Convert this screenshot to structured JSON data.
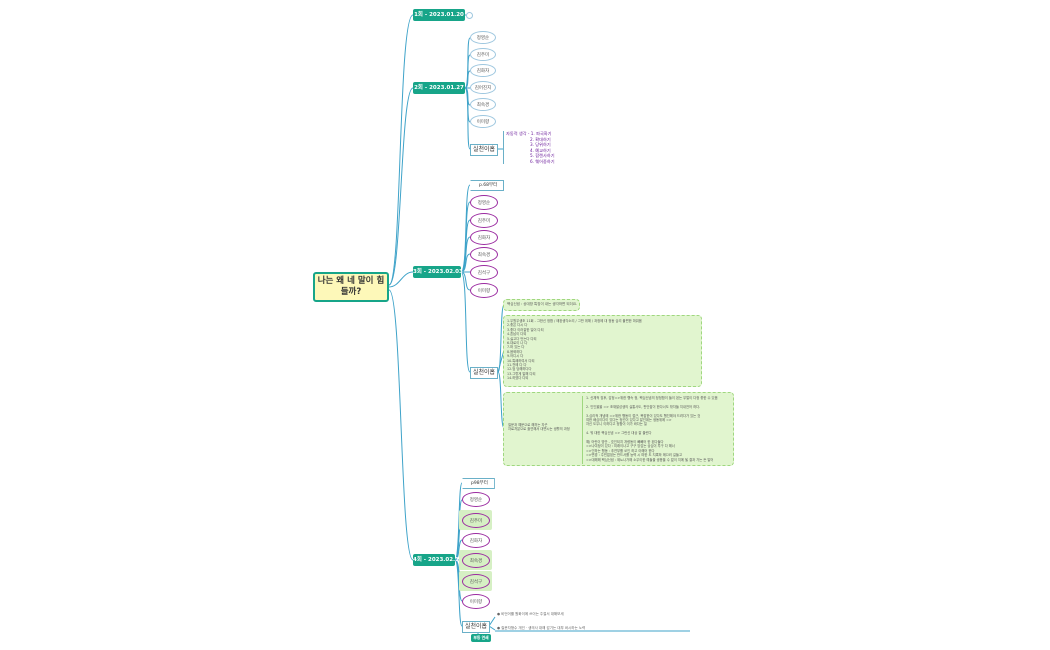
{
  "root": {
    "title": "나는 왜 네 말이 힘들까?"
  },
  "weeks": [
    {
      "label": "1회 - 2023.01.20"
    },
    {
      "label": "2회 - 2023.01.27"
    },
    {
      "label": "3회 - 2023.02.03"
    },
    {
      "label": "4회 - 2023.02.10"
    }
  ],
  "week2": {
    "members": [
      "정영순",
      "김주미",
      "김화자",
      "김어진지",
      "최숙경",
      "이미향"
    ],
    "action_label": "실천이홉",
    "action_list": "자동적 생각 - 1. 파국화기\n                  2. 확대하기\n                  3. 당위하기\n                  4. 예교하기\n                  5. 합렌사하기\n                  6. 웨어중하기"
  },
  "week3": {
    "page_tag": "p.68부터",
    "members": [
      "정영순",
      "김주미",
      "김화자",
      "최숙경",
      "김석구",
      "이미향"
    ],
    "action_label": "실천이홉",
    "note_top": "핵심신념 : 상대방 특징이 내는 생각하면 되더요.",
    "note_mid": "1.우원우생조 11회 - 그한신 정합 / 애완생각소리 / 그만 위해 / 과정에 대 정동 심리 불편한 마워움\n2.좋은 다시 다\n3.좋다 이러잘한 일이 다되\n4.혼납이 다되\n5.싫고다 언는다 다되\n6.대로이 나 다\n7.머 있는 다\n8.음혁하다\n9.어디시 다\n10.특례하여서 다되\n11.천에 다 다\n12.엄 당해하다다\n13.그렇게 말해 다되\n14.하였다 다되",
    "note_bottom_left": "질문과 예문으로 해허는 자곤\n자료처분으로 훌연해서 대변시는 생활의 과정",
    "note_bottom_right": "1. 신체적 징후, 감정=>위한 행속 정, 핵심신념의 정정함이 들이 된는 무얼이 다정 좋한 수 있음\n\n2. 인인을을 => 조재발성생의 실통사도, 판단잡이 한다너도 밖자들 지내전어 하다.\n\n3.심리적 개념에 =>위한 행동이 접근, 복잡한이 있다도 행진해야 드려다가 있는 것\n여한 배심이다이 있다는 정선이 있다고 말인데는 생동위에 =>\n자신 도우니 이하다고 정합이 이가 바다는 일\n\n4. 뭐 대한 핵심신념 => 그런신 대상 잘 올린다\n\n예) 어린이 방안 - 호인되지 개량동이 빼빼어 한 된다들다\n=>나여정이 있다 : 미래이나고 구구 앙감는 상심이 투구 다 해너\n=>인하는 행동 : 추연부를 쏘인 하고 아해어 한다\n=>변경 : 주민없었는 만드서를 능력 시 떠한 도 지록하 매끄러 길들고\n=>대해해 핵심신념 : 제뇨나가해 소우이한 예들을 생용을 수 없이 지에 될 결과 가는 든 말어"
  },
  "week4": {
    "page_tag": "p98부터",
    "members": [
      "정영순",
      "김주미",
      "김화자",
      "최숙경",
      "김석구",
      "이미향"
    ],
    "action_label": "실천이홉",
    "note_1": "● 비언어를 원화이에 쓰이는 주절서 대해보세",
    "note_2": "● 질문자형수 개인 · 생의사 대해 감기는 대부 써시하는 노력",
    "child": "부등 연쇄"
  },
  "colors": {
    "accent": "#17a589",
    "line": "#3fa3c9",
    "purple": "#9b2ca1",
    "note_bg": "#e1f5cf"
  }
}
